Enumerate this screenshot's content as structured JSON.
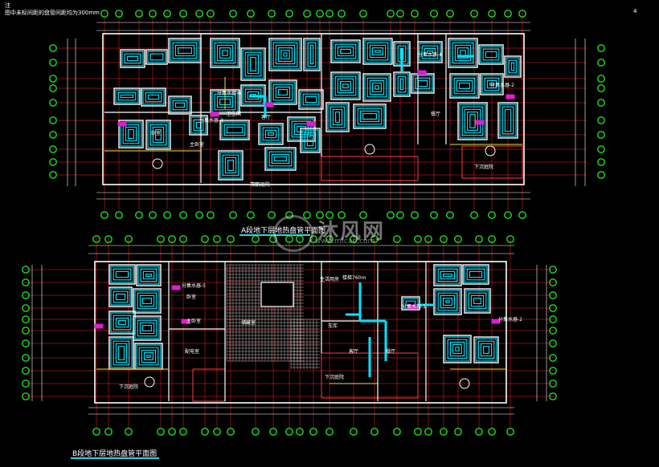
{
  "header_note": {
    "line1": "注",
    "line2": "图中未标间距的盘管间距均为300mm"
  },
  "corner_mark": "4",
  "plans": [
    {
      "id": "A",
      "title": "A段地下层地热盘管平面图",
      "labels": [
        "卧室",
        "主卧室",
        "书房",
        "客厅",
        "餐厅",
        "卫生间",
        "下沉庭院",
        "下沉庭院",
        "分集水器-6",
        "分集水器-4",
        "分集水器-3",
        "分集水器-2"
      ]
    },
    {
      "id": "B",
      "title": "B段地下层地热盘管平面图",
      "labels": [
        "卧室",
        "主卧室",
        "客厅",
        "餐厅",
        "储藏室",
        "车库",
        "生活用房",
        "配电室",
        "分集水器-5",
        "分集水器-1",
        "分集水器-2",
        "下沉庭院",
        "下沉庭院",
        "楼梯760m"
      ]
    }
  ],
  "watermark": {
    "brand": "沐风网",
    "url": "www.mfcad.com"
  },
  "colors": {
    "background": "#000000",
    "walls": "#ffffff",
    "heating_pipe": "#00e5ff",
    "grid_axis": "#ff2020",
    "axis_bubble": "#22dd22",
    "room_outline": "#ff3b3b",
    "manifold": "#e01bd1",
    "yellow_line": "#e8e23a",
    "accent_cyan": "#2fd3e6"
  }
}
